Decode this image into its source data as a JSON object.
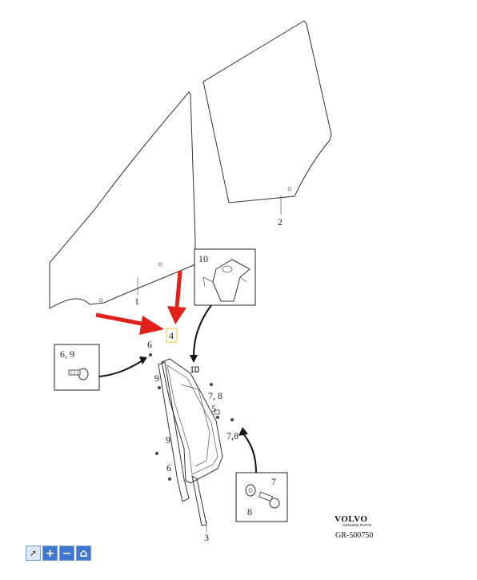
{
  "labels": {
    "part1": "1",
    "part2": "2",
    "part3": "3",
    "part4": "4",
    "part5": "5",
    "part6_top": "6",
    "part6_bottom": "6",
    "part9_top": "9",
    "part9_bottom": "9",
    "part10": "10",
    "part78_upper": "7, 8",
    "part78_lower": "7,8"
  },
  "callouts": {
    "fastener_box": "6, 9",
    "clip_box": "10",
    "washer_box_7": "7",
    "washer_box_8": "8"
  },
  "brand": {
    "logo_text": "VOLVO",
    "logo_sub": "GENUINE PARTS",
    "reference": "GR-500750"
  },
  "toolbar": {
    "pointer_glyph": "➚",
    "zoom_in_glyph": "+",
    "zoom_out_glyph": "−",
    "home_glyph": "⌂"
  },
  "colors": {
    "arrow": "#e0201b",
    "highlight_box": "#f2c230",
    "toolbar_button": "#3f76d1"
  }
}
